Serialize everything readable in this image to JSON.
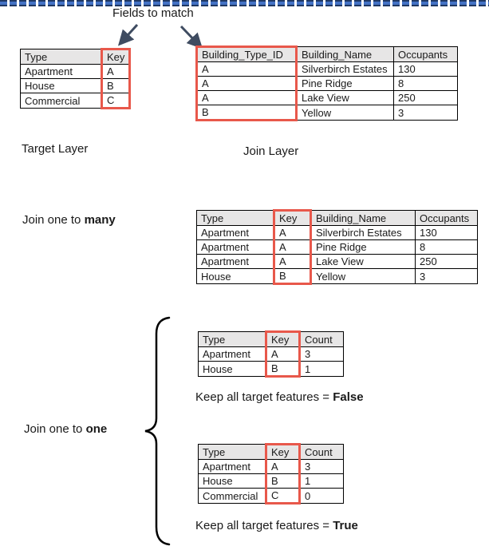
{
  "header": {
    "title": "Fields to match"
  },
  "layers": {
    "target_label": "Target Layer",
    "join_label": "Join Layer"
  },
  "sections": {
    "one_to_many": {
      "label_prefix": "Join one to ",
      "label_bold": "many"
    },
    "one_to_one": {
      "label_prefix": "Join one to ",
      "label_bold": "one",
      "caption_false_prefix": "Keep all target features = ",
      "caption_false_bold": "False",
      "caption_true_prefix": "Keep all target features = ",
      "caption_true_bold": "True"
    }
  },
  "tables": {
    "target": {
      "headers": [
        "Type",
        "Key"
      ],
      "key_col": 1,
      "rows": [
        [
          "Apartment",
          "A"
        ],
        [
          "House",
          "B"
        ],
        [
          "Commercial",
          "C"
        ]
      ]
    },
    "join": {
      "headers": [
        "Building_Type_ID",
        "Building_Name",
        "Occupants"
      ],
      "key_col": 0,
      "rows": [
        [
          "A",
          "Silverbirch Estates",
          "130"
        ],
        [
          "A",
          "Pine Ridge",
          "8"
        ],
        [
          "A",
          "Lake View",
          "250"
        ],
        [
          "B",
          "Yellow",
          "3"
        ]
      ]
    },
    "one_to_many": {
      "headers": [
        "Type",
        "Key",
        "Building_Name",
        "Occupants"
      ],
      "key_col": 1,
      "rows": [
        [
          "Apartment",
          "A",
          "Silverbirch Estates",
          "130"
        ],
        [
          "Apartment",
          "A",
          "Pine Ridge",
          "8"
        ],
        [
          "Apartment",
          "A",
          "Lake View",
          "250"
        ],
        [
          "House",
          "B",
          "Yellow",
          "3"
        ]
      ]
    },
    "count_false": {
      "headers": [
        "Type",
        "Key",
        "Count"
      ],
      "key_col": 1,
      "rows": [
        [
          "Apartment",
          "A",
          "3"
        ],
        [
          "House",
          "B",
          "1"
        ]
      ]
    },
    "count_true": {
      "headers": [
        "Type",
        "Key",
        "Count"
      ],
      "key_col": 1,
      "rows": [
        [
          "Apartment",
          "A",
          "3"
        ],
        [
          "House",
          "B",
          "1"
        ],
        [
          "Commercial",
          "C",
          "0"
        ]
      ]
    }
  },
  "icons": {
    "arrow_left": "down-left-arrow",
    "arrow_right": "down-right-arrow",
    "brace": "left-curly-brace",
    "divider": "dashed-divider-line"
  },
  "colors": {
    "key_outline": "#E8584B",
    "header_bg": "#E7E6E6",
    "arrow": "#3F4C61",
    "divider_blue": "#4472C4",
    "divider_dark": "#1F3864",
    "text": "#1A1A1A"
  }
}
